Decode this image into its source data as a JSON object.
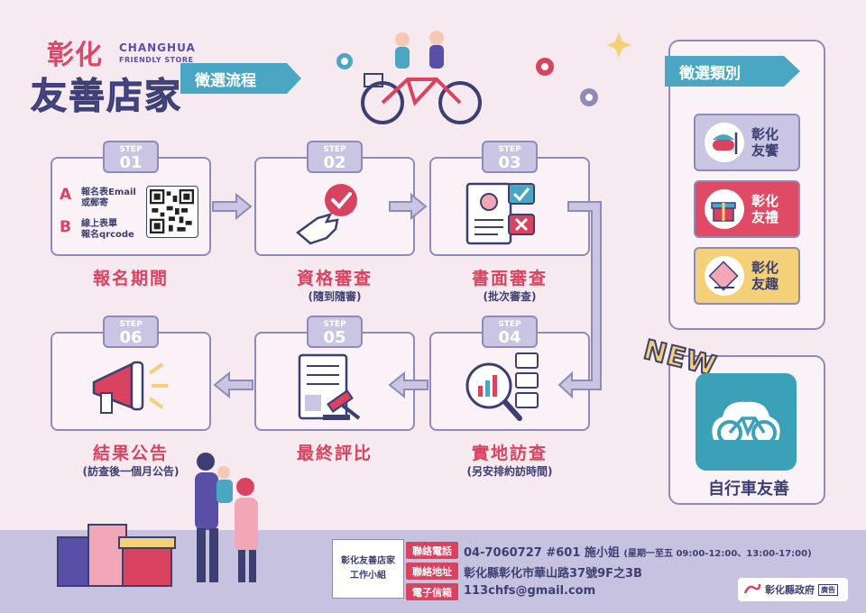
{
  "logo": {
    "name_line1": "彰化",
    "name_line2": "友善店家",
    "english_line1": "CHANGHUA",
    "english_line2": "FRIENDLY STORE"
  },
  "process_banner": "徵選流程",
  "steps": [
    {
      "badge_word": "STEP",
      "number": "01",
      "title": "報名期間",
      "subtitle": ""
    },
    {
      "badge_word": "STEP",
      "number": "02",
      "title": "資格審查",
      "subtitle": "(隨到隨審)"
    },
    {
      "badge_word": "STEP",
      "number": "03",
      "title": "書面審查",
      "subtitle": "(批次審查)"
    },
    {
      "badge_word": "STEP",
      "number": "04",
      "title": "實地訪查",
      "subtitle": "(另安排約訪時間)"
    },
    {
      "badge_word": "STEP",
      "number": "05",
      "title": "最終評比",
      "subtitle": ""
    },
    {
      "badge_word": "STEP",
      "number": "06",
      "title": "結果公告",
      "subtitle": "(訪查後一個月公告)"
    }
  ],
  "signup": {
    "option_a_letter": "A",
    "option_a_line1": "報名表Email",
    "option_a_line2": "或郵寄",
    "option_b_letter": "B",
    "option_b_line1": "線上表單",
    "option_b_line2": "報名qrcode"
  },
  "categories_banner": "徵選類別",
  "categories": [
    {
      "line1": "彰化",
      "line2": "友饗",
      "bg": "#c9c5e2",
      "text_color": "#3c3f72",
      "icon": "food-bowl-icon"
    },
    {
      "line1": "彰化",
      "line2": "友禮",
      "bg": "#e04a65",
      "text_color": "#ffffff",
      "icon": "gift-icon"
    },
    {
      "line1": "彰化",
      "line2": "友趣",
      "bg": "#f4d079",
      "text_color": "#3c3f72",
      "icon": "craft-icon"
    }
  ],
  "new_badge": "NEW",
  "bike_label": "自行車友善",
  "footer": {
    "group_line1": "彰化友善店家",
    "group_line2": "工作小組",
    "phone_tag": "聯絡電話",
    "phone_value": "04-7060727 #601 施小姐",
    "phone_hours": "(星期一至五 09:00-12:00、13:00-17:00)",
    "address_tag": "聯絡地址",
    "address_value": "彰化縣彰化市華山路37號9F之3B",
    "email_tag": "電子信箱",
    "email_value": "113chfs@gmail.com",
    "gov_name": "彰化縣政府",
    "gov_ad": "廣告"
  },
  "colors": {
    "accent_red": "#d9435f",
    "navy": "#3c3f72",
    "teal": "#4aa7c4",
    "lavender": "#c6c2e0",
    "background": "#f6eaf0"
  }
}
